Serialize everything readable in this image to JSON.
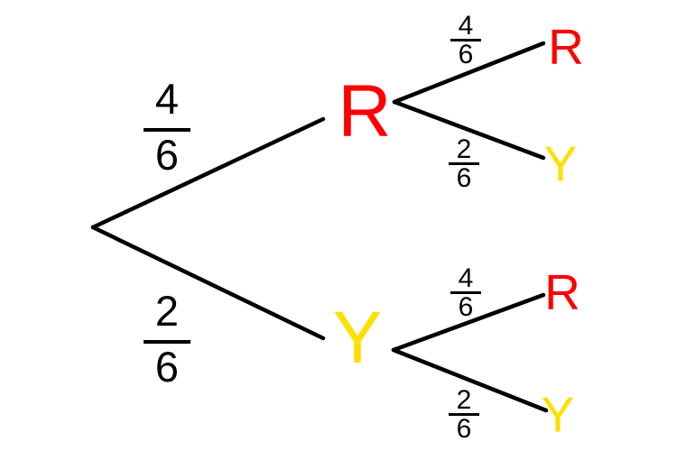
{
  "tree": {
    "colors": {
      "red": "#ff0000",
      "yellow": "#ffdf00",
      "line": "#000000",
      "background": "#ffffff"
    },
    "nodes": {
      "first_red": {
        "label": "R"
      },
      "first_yellow": {
        "label": "Y"
      },
      "red_red": {
        "label": "R"
      },
      "red_yellow": {
        "label": "Y"
      },
      "yellow_red": {
        "label": "R"
      },
      "yellow_yellow": {
        "label": "Y"
      }
    },
    "branches": {
      "root_to_red": {
        "num": "4",
        "den": "6"
      },
      "root_to_yellow": {
        "num": "2",
        "den": "6"
      },
      "red_to_red": {
        "num": "4",
        "den": "6"
      },
      "red_to_yellow": {
        "num": "2",
        "den": "6"
      },
      "yellow_to_red": {
        "num": "4",
        "den": "6"
      },
      "yellow_to_yellow": {
        "num": "2",
        "den": "6"
      }
    }
  }
}
